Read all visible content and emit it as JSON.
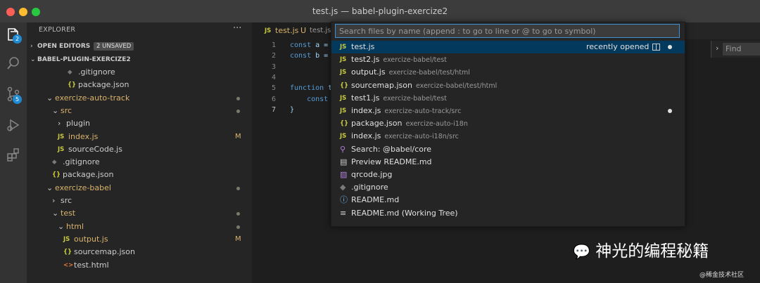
{
  "window": {
    "title": "test.js — babel-plugin-exercize2"
  },
  "activity": {
    "explorer_badge": "2",
    "scm_badge": "5"
  },
  "sidebar": {
    "title": "EXPLORER",
    "more": "···",
    "open_editors": {
      "label": "OPEN EDITORS",
      "badge": "2 UNSAVED"
    },
    "root": {
      "label": "BABEL-PLUGIN-EXERCIZE2"
    },
    "tree": [
      {
        "name": ".gitignore",
        "icon": "◆",
        "kind": "git",
        "indent": 58,
        "chev": ""
      },
      {
        "name": "package.json",
        "icon": "{}",
        "kind": "json",
        "indent": 58,
        "chev": ""
      },
      {
        "name": "exercize-auto-track",
        "icon": "",
        "kind": "folder",
        "indent": 28,
        "chev": "⌄",
        "mod": true,
        "status": "dot"
      },
      {
        "name": "src",
        "icon": "",
        "kind": "folder",
        "indent": 36,
        "chev": "⌄",
        "mod": true,
        "status": "dot"
      },
      {
        "name": "plugin",
        "icon": "",
        "kind": "folder",
        "indent": 44,
        "chev": "›"
      },
      {
        "name": "index.js",
        "icon": "JS",
        "kind": "js",
        "indent": 44,
        "mod": true,
        "status": "M"
      },
      {
        "name": "sourceCode.js",
        "icon": "JS",
        "kind": "js",
        "indent": 44
      },
      {
        "name": ".gitignore",
        "icon": "◆",
        "kind": "git",
        "indent": 36
      },
      {
        "name": "package.json",
        "icon": "{}",
        "kind": "json",
        "indent": 36
      },
      {
        "name": "exercize-babel",
        "icon": "",
        "kind": "folder",
        "indent": 28,
        "chev": "⌄",
        "mod": true,
        "status": "dot"
      },
      {
        "name": "src",
        "icon": "",
        "kind": "folder",
        "indent": 36,
        "chev": "›"
      },
      {
        "name": "test",
        "icon": "",
        "kind": "folder",
        "indent": 36,
        "chev": "⌄",
        "mod": true,
        "status": "dot"
      },
      {
        "name": "html",
        "icon": "",
        "kind": "folder",
        "indent": 44,
        "chev": "⌄",
        "mod": true,
        "status": "dot"
      },
      {
        "name": "output.js",
        "icon": "JS",
        "kind": "js",
        "indent": 52,
        "mod": true,
        "status": "M"
      },
      {
        "name": "sourcemap.json",
        "icon": "{}",
        "kind": "json",
        "indent": 52
      },
      {
        "name": "test.html",
        "icon": "<>",
        "kind": "html",
        "indent": 52
      }
    ]
  },
  "editor": {
    "tab": {
      "icon": "JS",
      "name": "test.js",
      "status": "U",
      "path": "test.js"
    },
    "lines": [
      {
        "num": "1",
        "kw": "const",
        "rest": " a = "
      },
      {
        "num": "2",
        "kw": "const",
        "rest": " b = "
      },
      {
        "num": "3",
        "kw": "",
        "rest": ""
      },
      {
        "num": "4",
        "kw": "",
        "rest": ""
      },
      {
        "num": "5",
        "kw": "function",
        "rest": " t"
      },
      {
        "num": "6",
        "kw": "    const",
        "rest": ""
      },
      {
        "num": "7",
        "kw": "",
        "rest": "}"
      }
    ],
    "find_placeholder": "Find"
  },
  "palette": {
    "placeholder": "Search files by name (append : to go to line or @ to go to symbol)",
    "recently_opened": "recently opened",
    "items": [
      {
        "icon": "JS",
        "kind": "js",
        "name": "test.js",
        "desc": "",
        "selected": true
      },
      {
        "icon": "JS",
        "kind": "js",
        "name": "test2.js",
        "desc": "exercize-babel/test"
      },
      {
        "icon": "JS",
        "kind": "js",
        "name": "output.js",
        "desc": "exercize-babel/test/html"
      },
      {
        "icon": "{}",
        "kind": "json",
        "name": "sourcemap.json",
        "desc": "exercize-babel/test/html"
      },
      {
        "icon": "JS",
        "kind": "js",
        "name": "test1.js",
        "desc": "exercize-babel/test"
      },
      {
        "icon": "JS",
        "kind": "js",
        "name": "index.js",
        "desc": "exercize-auto-track/src",
        "dot": true
      },
      {
        "icon": "{}",
        "kind": "json",
        "name": "package.json",
        "desc": "exercize-auto-i18n"
      },
      {
        "icon": "JS",
        "kind": "js",
        "name": "index.js",
        "desc": "exercize-auto-i18n/src"
      },
      {
        "icon": "⚲",
        "kind": "search",
        "name": "Search: @babel/core",
        "desc": ""
      },
      {
        "icon": "▤",
        "kind": "preview",
        "name": "Preview README.md",
        "desc": ""
      },
      {
        "icon": "▨",
        "kind": "image",
        "name": "qrcode.jpg",
        "desc": ""
      },
      {
        "icon": "◆",
        "kind": "git",
        "name": ".gitignore",
        "desc": ""
      },
      {
        "icon": "ⓘ",
        "kind": "info",
        "name": "README.md",
        "desc": ""
      },
      {
        "icon": "≡",
        "kind": "md",
        "name": "README.md (Working Tree)",
        "desc": ""
      }
    ]
  },
  "watermark": {
    "text": "神光的编程秘籍",
    "source": "@稀金技术社区"
  },
  "colors": {
    "accent": "#3d8fd6",
    "selection": "#04395e",
    "modified": "#d9b36b",
    "js": "#cbcb41",
    "badge": "#1f8ad2"
  }
}
